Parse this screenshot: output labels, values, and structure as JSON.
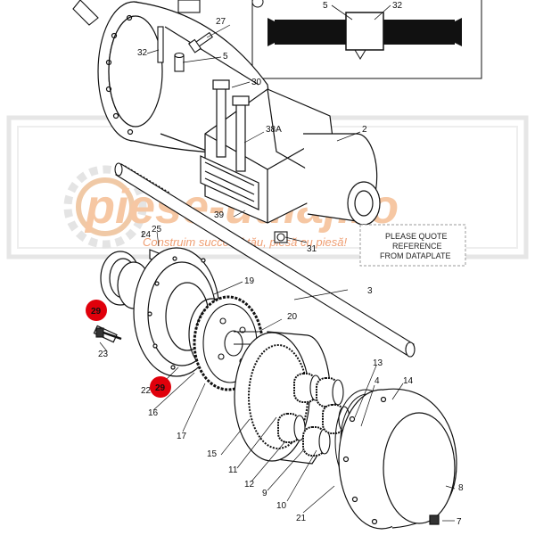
{
  "labels": {
    "l2": "2",
    "l3": "3",
    "l4": "4",
    "l5a": "5",
    "l5b": "5",
    "l7": "7",
    "l8": "8",
    "l9": "9",
    "l10": "10",
    "l11": "11",
    "l12": "12",
    "l13": "13",
    "l14": "14",
    "l15": "15",
    "l16": "16",
    "l17": "17",
    "l19": "19",
    "l20": "20",
    "l21": "21",
    "l22": "22",
    "l23": "23",
    "l24": "24",
    "l25": "25",
    "l27": "27",
    "l30": "30",
    "l31": "31",
    "l32a": "32",
    "l32b": "32",
    "l38a": "38A",
    "l39": "39",
    "l29a": "29",
    "l29b": "29"
  },
  "note": {
    "line1": "PLEASE QUOTE",
    "line2": "REFERENCE",
    "line3": "FROM DATAPLATE"
  },
  "watermark": {
    "brand": "piese-utilaj.ro",
    "tagline": "Construim succesul tău, piesă cu piesă!"
  },
  "colors": {
    "highlight": "#e0000b",
    "watermark": "#f6c7a3",
    "line": "#111111"
  }
}
